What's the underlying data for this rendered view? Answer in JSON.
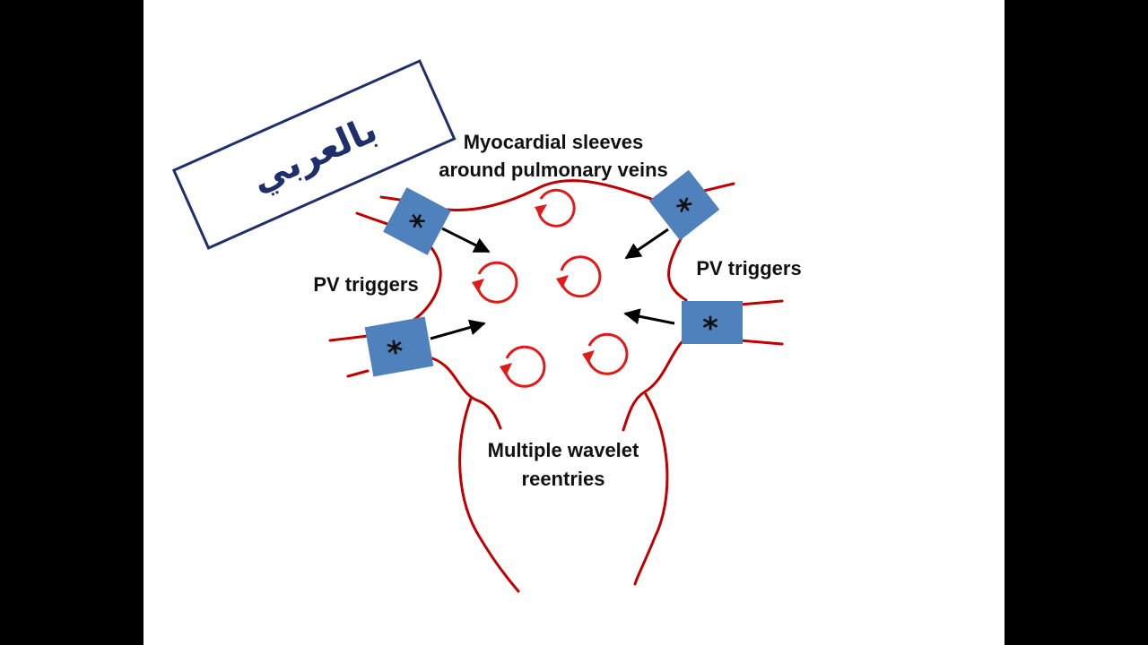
{
  "badge": {
    "text": "بالعربي"
  },
  "labels": {
    "sleeves_line1": "Myocardial sleeves",
    "sleeves_line2": "around pulmonary veins",
    "pv_triggers_left": "PV triggers",
    "pv_triggers_right": "PV triggers",
    "wavelet_line1": "Multiple wavelet",
    "wavelet_line2": "reentries"
  },
  "trigger_symbol": "*",
  "colors": {
    "wall": "#c00000",
    "wavelet": "#e01a1a",
    "trigger_box": "#4f81bd",
    "badge_border": "#1f2f6b",
    "background": "#ffffff",
    "letterbox": "#000000"
  }
}
